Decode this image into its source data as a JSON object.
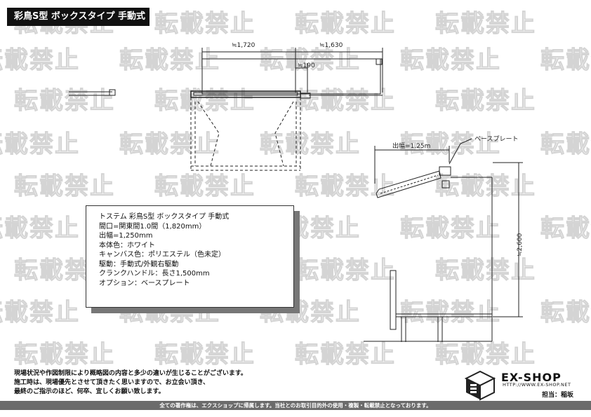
{
  "header": {
    "title": "彩鳥S型 ボックスタイプ 手動式"
  },
  "watermark": {
    "text": "転載禁止"
  },
  "plan_view": {
    "dims": {
      "left_width": "≒1,720",
      "right_width": "≒1,630",
      "offset": "≒190"
    }
  },
  "section_view": {
    "projection_label": "出幅=1.25m",
    "height_label": "≒2,600",
    "part_label": "ベースプレート"
  },
  "spec": {
    "lines": [
      "トステム 彩鳥S型 ボックスタイプ 手動式",
      "間口=関東間1.0間（1,820mm）",
      "出幅=1,250mm",
      "本体色：ホワイト",
      "キャンバス色：ポリエステル（色未定）",
      "駆動：手動式/外観右駆動",
      "クランクハンドル：長さ1,500mm",
      "オプション：ベースプレート"
    ]
  },
  "notes": [
    "現場状況や作図制限により概略図の内容と多少の違いが生じることがございます。",
    "施工時は、現場優先とさせて頂きたく思いますので、お立会い頂き、",
    "最終のご指示のほど、何卒、宜しくお願い致します。"
  ],
  "brand": {
    "name": "EX-SHOP",
    "url": "HTTP://WWW.EX-SHOP.NET",
    "staff": "担当：稲坂"
  },
  "footer": {
    "copyright": "全ての著作権は、エクスショップに帰属します。当社とのお取引目的外の使用・複製・転載禁止となっております。"
  }
}
